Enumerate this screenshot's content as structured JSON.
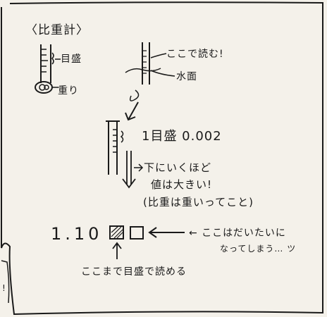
{
  "note": {
    "title": "〈比重計〉",
    "labels": {
      "scale_marks": "目盛",
      "weight": "重り",
      "read_here": "ここで読む!",
      "water_surface": "水面"
    },
    "scale_info": "1目盛 0.002",
    "explanation": [
      "下にいくほど",
      "値は大きい!",
      "(比重は重いってこと)"
    ],
    "reading_prefix": "1.10",
    "approx_note_line1": "← ここはだいたいに",
    "approx_note_line2": "なってしまう…  ツ",
    "bottom_note": "ここまで目盛で読める",
    "edge_mark": "!"
  }
}
